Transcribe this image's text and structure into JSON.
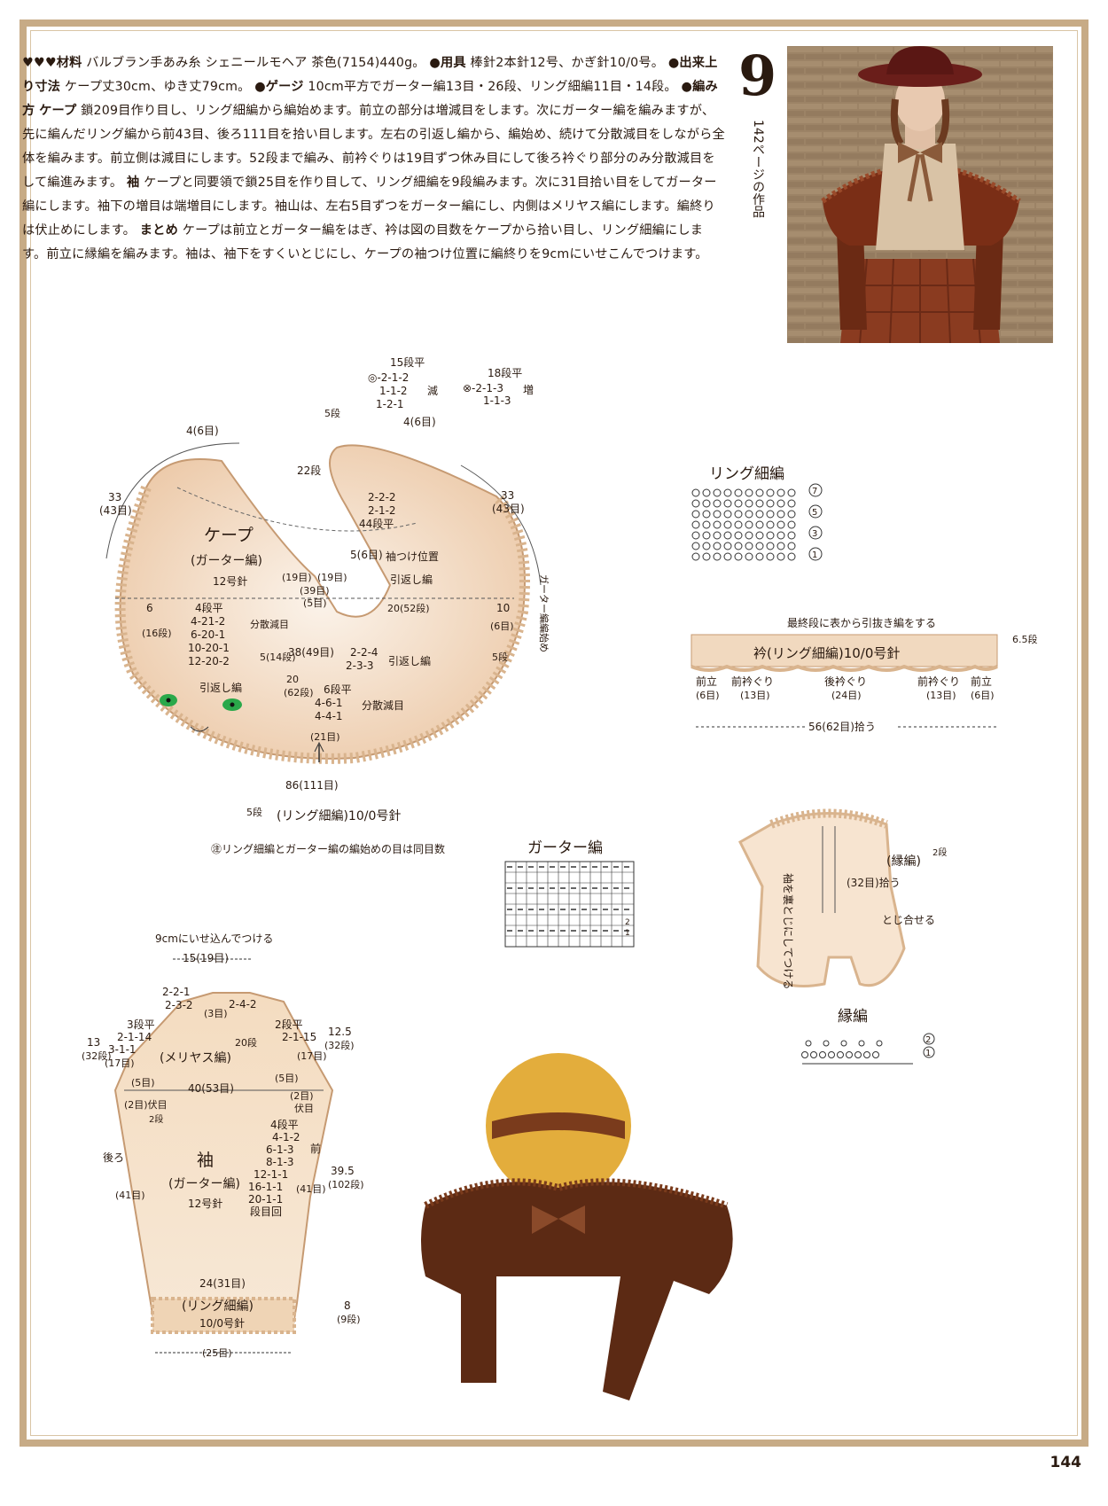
{
  "page_number": "144",
  "pattern_number": "9",
  "work_reference": "142ページの作品",
  "intro": {
    "rating": "♥♥♥",
    "materials_label": "材料",
    "materials_text": "バルブラン手あみ糸 シェニールモヘア 茶色(7154)440g。",
    "tools_label": "●用具",
    "tools_text": "棒針2本針12号、かぎ針10/0号。",
    "size_label": "●出来上り寸法",
    "size_text": "ケープ丈30cm、ゆき丈79cm。",
    "gauge_label": "●ゲージ",
    "gauge_text": "10cm平方でガーター編13目・26段、リング細編11目・14段。",
    "method_label": "●編み方",
    "cape_label": "ケープ",
    "cape_text": "鎖209目作り目し、リング細編から編始めます。前立の部分は増減目をします。次にガーター編を編みますが、先に編んだリング編から前43目、後ろ111目を拾い目します。左右の引返し編から、編始め、続けて分散減目をしながら全体を編みます。前立側は減目にします。52段まで編み、前衿ぐりは19目ずつ休み目にして後ろ衿ぐり部分のみ分散減目をして編進みます。",
    "sleeve_label": "袖",
    "sleeve_text": "ケープと同要領で鎖25目を作り目して、リング細編を9段編みます。次に31目拾い目をしてガーター編にします。袖下の増目は端増目にします。袖山は、左右5目ずつをガーター編にし、内側はメリヤス編にします。編終りは伏止めにします。",
    "finish_label": "まとめ",
    "finish_text": "ケープは前立とガーター編をはぎ、衿は図の目数をケープから拾い目し、リング細編にします。前立に縁編を編みます。袖は、袖下をすくいとじにし、ケープの袖つけ位置に編終りを9cmにいせこんでつけます。"
  },
  "cape": {
    "title": "ケープ",
    "stitch": "(ガーター編)",
    "needle": "12号針",
    "top_rows": "15段平",
    "dec_a": "◎-2-1-2",
    "dec_b": "1-1-2",
    "dec_c": "1-2-1",
    "dec_label": "減",
    "inc_rows": "18段平",
    "inc_a": "⊗-2-1-3",
    "inc_b": "1-1-3",
    "inc_label": "増",
    "label_5dan": "5段",
    "label_4_6": "4(6目)",
    "label_4_6b": "4(6目)",
    "label_22dan": "22段",
    "label_33l": "33",
    "label_43l": "(43目)",
    "label_33r": "33",
    "label_43r": "(43目)",
    "row_222": "2-2-2",
    "row_212": "2-1-2",
    "row_44": "44段平",
    "label_5_6": "5(6目)",
    "sleeve_pos": "袖つけ位置",
    "short_rows": "引返し編",
    "label_19a": "(19目)",
    "label_19b": "(19目)",
    "label_39": "(39目)",
    "label_5me": "(5目)",
    "garter_start": "ガーター編編始め",
    "l4": "4段平",
    "l5": "4-21-2",
    "l6": "6-20-1",
    "l7": "10-20-1",
    "l8": "12-20-2",
    "dist_dec": "分散減目",
    "label_6": "6",
    "label_16dan": "(16段)",
    "label_5_14": "5(14段)",
    "label_20_52": "20(52段)",
    "label_10": "10",
    "label_6me": "(6目)",
    "label_5dan_r": "5段",
    "label_38": "38(49目)",
    "r224": "2-2-4",
    "r233": "2-3-3",
    "short_rows2": "引返し編",
    "short_rows3": "引返し編",
    "r6": "6段平",
    "r461": "4-6-1",
    "r441": "4-4-1",
    "dist_dec2": "分散減目",
    "label_20": "20",
    "label_62": "(62段)",
    "label_21": "(21目)",
    "bottom_count": "86(111目)",
    "bottom_stitch": "(リング細編)10/0号針",
    "bottom_5dan": "5段",
    "note": "㊟リング細編とガーター編の編始めの目は同目数"
  },
  "ring_chart": {
    "title": "リング細編",
    "rows": [
      "7",
      "5",
      "3",
      "1"
    ]
  },
  "collar": {
    "note_top": "最終段に表から引抜き編をする",
    "title": "衿(リング細編)10/0号針",
    "rows": "6.5段",
    "labels": [
      "前立",
      "前衿ぐり",
      "後衿ぐり",
      "前衿ぐり",
      "前立"
    ],
    "counts": [
      "(6目)",
      "(13目)",
      "(24目)",
      "(13目)",
      "(6目)"
    ],
    "total": "56(62目)拾う"
  },
  "garter_chart": {
    "title": "ガーター編",
    "rows": [
      "2",
      "1"
    ]
  },
  "assembly": {
    "edge": "(縁編)",
    "edge_rows": "2段",
    "pick": "(32目)拾う",
    "join": "とじ合せる",
    "sleeve_note": "袖を裏とじにしてつける"
  },
  "edge_chart": {
    "title": "縁編",
    "rows": [
      "2",
      "1"
    ]
  },
  "sleeve": {
    "top_note": "9cmにいせ込んでつける",
    "top_width": "15(19目)",
    "a1": "2-2-1",
    "a2": "2-3-2",
    "a3": "(3目)",
    "a4": "2-4-2",
    "l3": "3段平",
    "l4": "2-1-14",
    "l5": "3-1-1",
    "l6": "(17目)",
    "r3": "2段平",
    "r4": "2-1-15",
    "r6": "(17目)",
    "left_h": "13",
    "left_hh": "(32段)",
    "right_h": "12.5",
    "right_hh": "(32段)",
    "mid": "20段",
    "meriyasu": "(メリヤス編)",
    "l5me": "(5目)",
    "r5me": "(5目)",
    "width": "40(53目)",
    "fuse_l": "(2目)伏目",
    "fuse_l2": "2段",
    "fuse_r": "(2目)",
    "fuse_r2": "伏目",
    "back": "後ろ",
    "front": "前",
    "left11": "(41目)",
    "right11": "(41目)",
    "title": "袖",
    "stitch": "(ガーター編)",
    "needle": "12号針",
    "s1": "4段平",
    "s2": "4-1-2",
    "s3": "6-1-3",
    "s4": "8-1-3",
    "s5": "12-1-1",
    "s6": "16-1-1",
    "s7": "20-1-1",
    "s8": "段目回",
    "h2": "39.5",
    "h2b": "(102段)",
    "cuff_w": "24(31目)",
    "cuff_stitch": "(リング細編)",
    "cuff_needle": "10/0号針",
    "cuff_h": "8",
    "cuff_hb": "(9段)",
    "bottom": "(25目)"
  }
}
